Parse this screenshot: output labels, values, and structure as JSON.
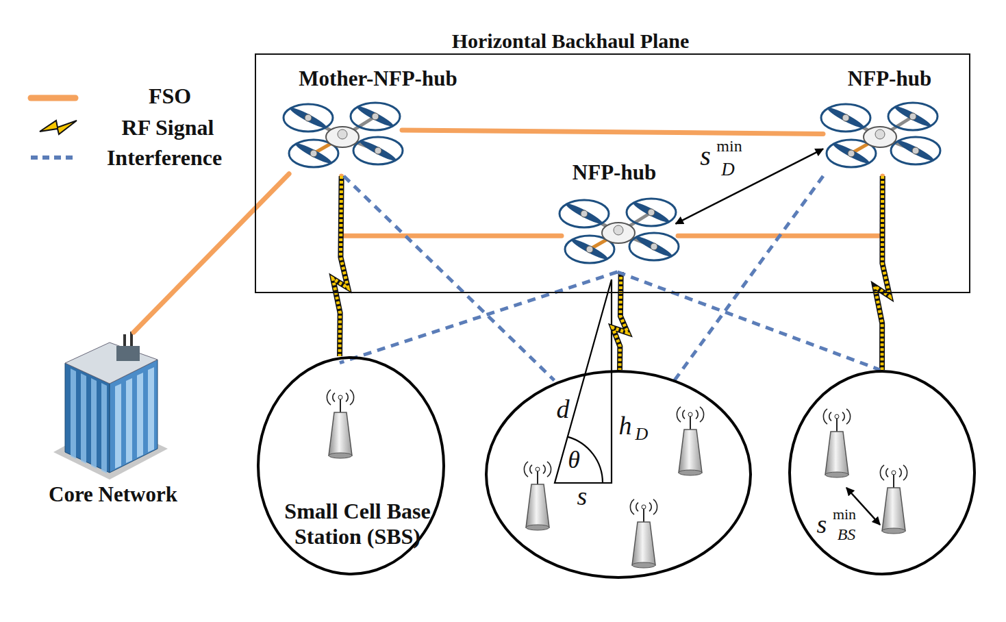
{
  "diagram": {
    "nodes": [
      {
        "text": [
          "Horizontal Backhaul Plane"
        ]
      },
      {
        "text": [
          "Mother-NFP-hub"
        ],
        "in": 0
      },
      {
        "text": [
          "NFP-hub"
        ],
        "in": 0
      },
      {
        "text": [
          "NFP-hub"
        ],
        "in": 0
      },
      {
        "text": [
          "Core Network"
        ]
      },
      {
        "text": [
          "Small Cell Base Station (SBS)"
        ]
      },
      {
        "text": [
          "d",
          "θ",
          "h",
          "D",
          "s"
        ]
      },
      {
        "text": [
          "s",
          "min",
          "BS"
        ]
      }
    ],
    "edges": [
      {
        "from": 4,
        "to": 1,
        "arrow": "none"
      },
      {
        "from": 1,
        "to": 2,
        "arrow": "none"
      },
      {
        "from": 1,
        "to": 3,
        "arrow": "none"
      },
      {
        "from": 3,
        "to": 2,
        "arrow": "none"
      },
      {
        "from": 1,
        "to": 5,
        "arrow": "none"
      },
      {
        "from": 3,
        "to": 6,
        "arrow": "none"
      },
      {
        "from": 2,
        "to": 7,
        "arrow": "none"
      },
      {
        "from": 1,
        "to": 6,
        "arrow": "none"
      },
      {
        "from": 3,
        "to": 5,
        "arrow": "none"
      },
      {
        "from": 3,
        "to": 7,
        "arrow": "none"
      },
      {
        "from": 2,
        "to": 6,
        "arrow": "none"
      },
      {
        "from": 3,
        "to": 2,
        "arrow": "both"
      }
    ],
    "labels": [
      "s",
      "min",
      "D"
    ],
    "legend": [
      {
        "text": "FSO"
      },
      {
        "text": "RF Signal"
      },
      {
        "text": "Interference"
      }
    ]
  }
}
